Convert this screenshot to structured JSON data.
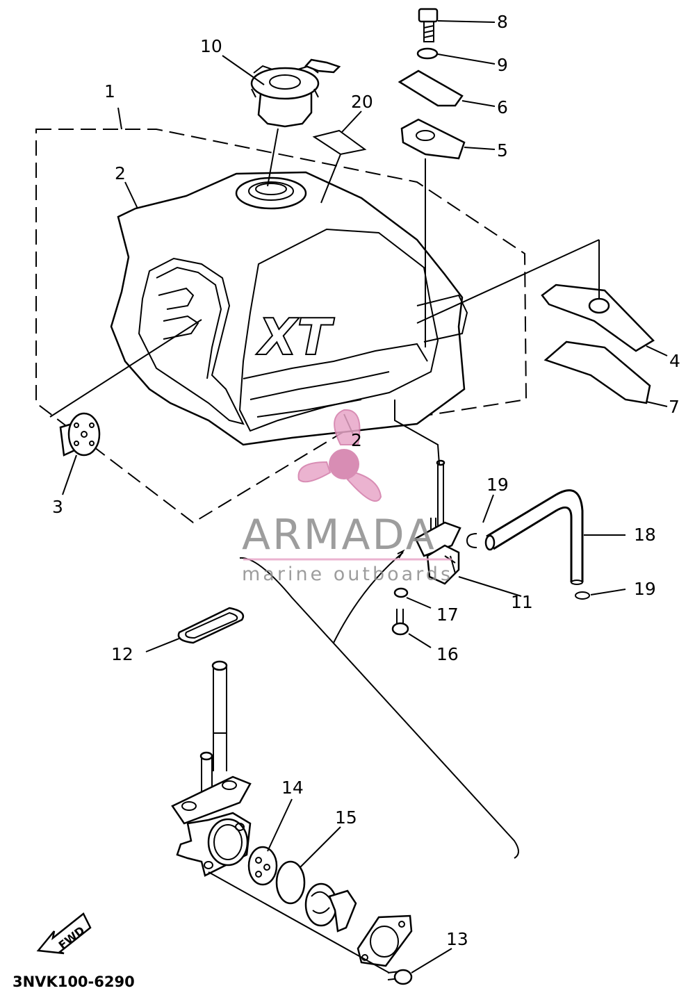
{
  "diagram": {
    "part_labels": [
      "1",
      "2",
      "2",
      "3",
      "4",
      "5",
      "6",
      "7",
      "8",
      "9",
      "10",
      "11",
      "12",
      "13",
      "14",
      "15",
      "16",
      "17",
      "18",
      "19",
      "19",
      "20"
    ],
    "diagram_code": "3NVK100-6290",
    "fwd_label": "FWD",
    "tank_emblem": "XT"
  },
  "watermark": {
    "brand": "ARMADA",
    "tagline": "marine outboards",
    "colors": {
      "logo_pink": "#e8a6c8",
      "logo_core": "#d27aa8",
      "text_gray": "#8c8c8c"
    }
  }
}
